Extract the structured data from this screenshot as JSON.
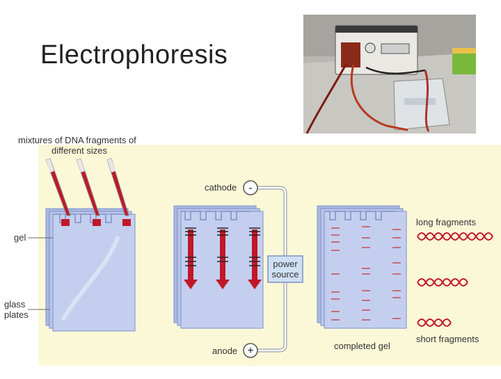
{
  "slide": {
    "title": "Electrophoresis"
  },
  "photo": {
    "description_icon": "gel-electrophoresis-apparatus-photo"
  },
  "diagram": {
    "labels": {
      "mixtures": "mixtures of DNA fragments of different sizes",
      "mixtures_line1": "mixtures of DNA fragments of",
      "mixtures_line2": "different sizes",
      "gel": "gel",
      "glass_plates_line1": "glass",
      "glass_plates_line2": "plates",
      "cathode": "cathode",
      "anode": "anode",
      "cathode_sign": "-",
      "anode_sign": "+",
      "power_source_line1": "power",
      "power_source_line2": "source",
      "long_fragments": "long fragments",
      "short_fragments": "short fragments",
      "completed_gel": "completed gel"
    },
    "colors": {
      "panel_bg": "#fbf8d8",
      "gel_fill": "#b9c6ea",
      "gel_edge": "#7e8fc6",
      "dna_red": "#c0182a",
      "wire": "#9aa0a8",
      "band": "#c23a3a",
      "power_box": "#cfe0f5"
    }
  }
}
